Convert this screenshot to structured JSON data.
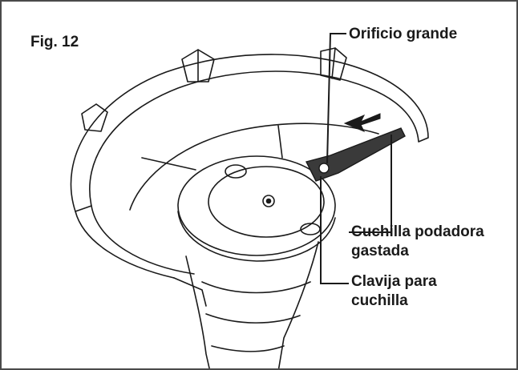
{
  "figure": {
    "label": "Fig. 12",
    "callouts": {
      "large_hole": "Orificio grande",
      "worn_blade_line1": "Cuchilla podadora",
      "worn_blade_line2": "gastada",
      "blade_pin_line1": "Clavija para",
      "blade_pin_line2": "cuchilla"
    }
  },
  "colors": {
    "line": "#1a1a1a",
    "shade": "#3a3a3a",
    "border": "#4a4a4a"
  }
}
